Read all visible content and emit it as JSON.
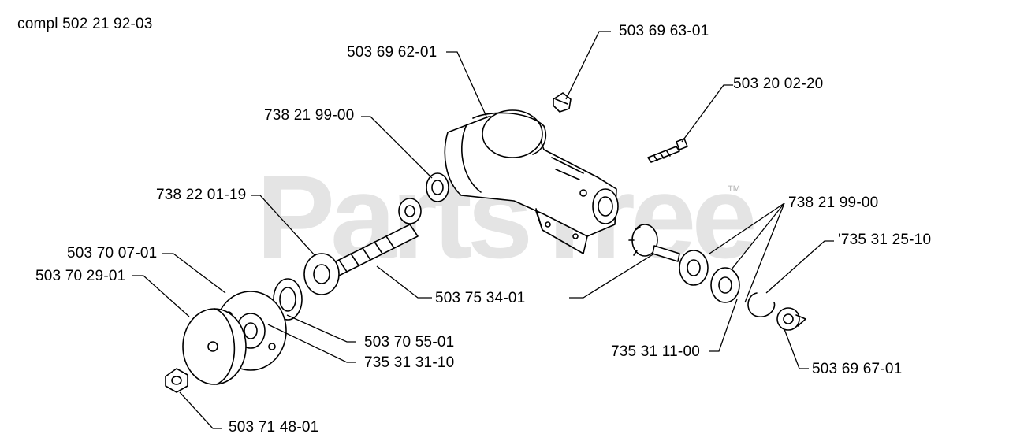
{
  "diagram": {
    "assembly_label": "compl 502 21 92-03",
    "watermark": "PartsTree",
    "watermark_mark": "™",
    "part_labels": {
      "p_503696301": "503 69 63-01",
      "p_503696201": "503 69 62-01",
      "p_503200220": "503 20 02-20",
      "p_738219900_a": "738 21 99-00",
      "p_738220119": "738 22 01-19",
      "p_738219900_b": "738 21 99-00",
      "p_503700701": "503 70 07-01",
      "p_735312510": "'735 31 25-10",
      "p_503702901": "503 70 29-01",
      "p_503753401": "503 75 34-01",
      "p_503705501": "503 70 55-01",
      "p_735313110": "735 31 31-10",
      "p_735311100": "735 31 11-00",
      "p_503696701": "503 69 67-01",
      "p_503714801": "503 71 48-01"
    },
    "colors": {
      "line": "#000000",
      "watermark": "#cfcfcf",
      "background": "#ffffff"
    }
  }
}
